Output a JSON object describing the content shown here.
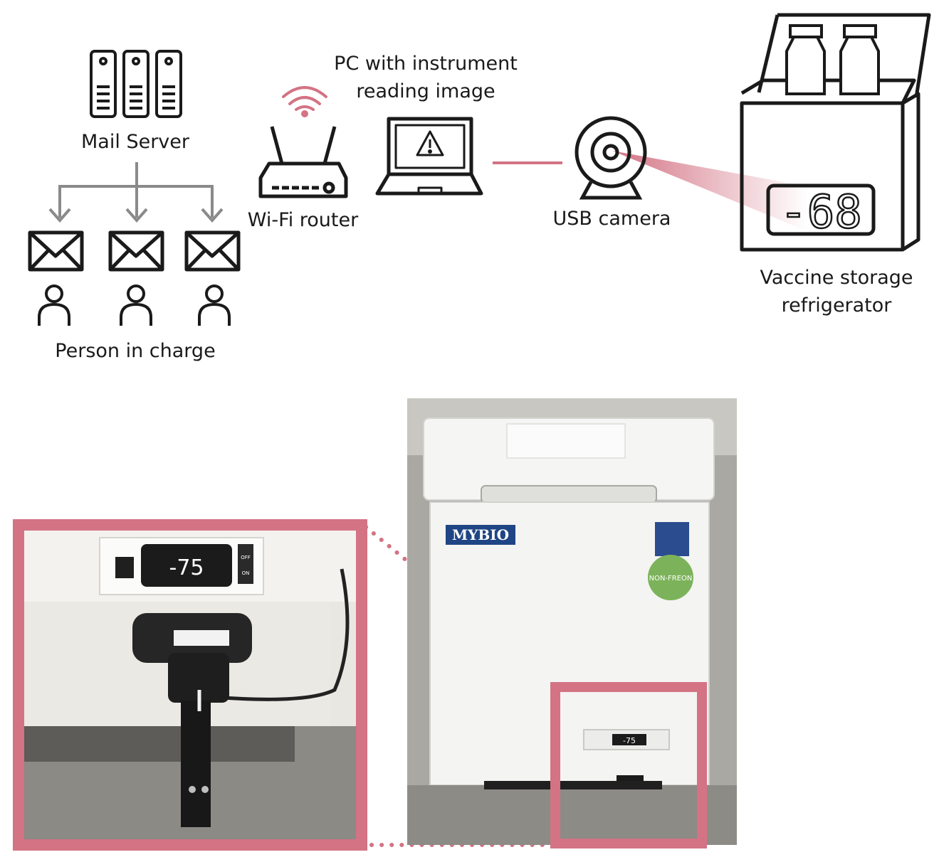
{
  "labels": {
    "mail_server": "Mail Server",
    "wifi_router": "Wi-Fi router",
    "pc_line1": "PC with instrument",
    "pc_line2": "reading image",
    "usb_camera": "USB camera",
    "fridge_line1": "Vaccine storage",
    "fridge_line2": "refrigerator",
    "person_in_charge": "Person in charge"
  },
  "display": {
    "diagram_reading": "-68",
    "photo_reading": "-75",
    "photo_small_reading": "-75",
    "photo_brand": "MYBIO",
    "photo_badge": "NON-FREON",
    "photo_panel_off": "OFF",
    "photo_panel_on": "ON"
  },
  "colors": {
    "accent": "#d37384",
    "line": "#1a1a1a",
    "arrow": "#8a8a8a"
  },
  "icons": [
    "server-icon",
    "mail-icon",
    "person-icon",
    "wifi-icon",
    "router-icon",
    "laptop-icon",
    "warning-icon",
    "webcam-icon",
    "refrigerator-icon",
    "bottle-icon"
  ]
}
